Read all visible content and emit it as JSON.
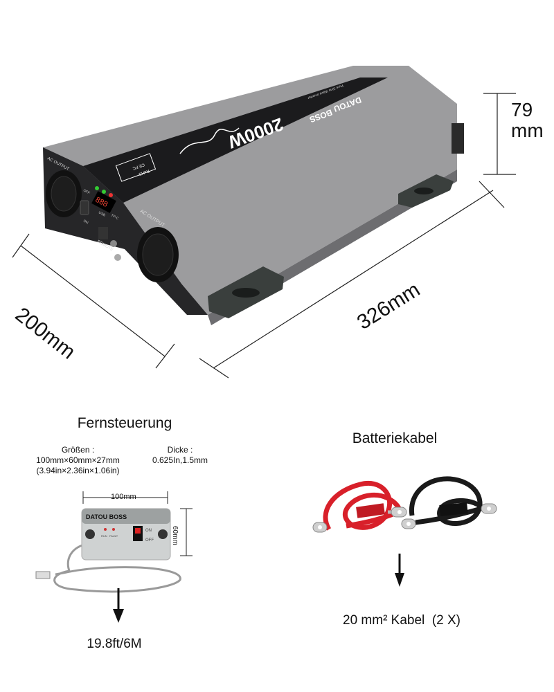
{
  "inverter": {
    "power_label": "2000W",
    "brand_a": "DATOU",
    "brand_b": "BOSS",
    "subtitle": "Pure Sine Wave Inverter",
    "ac_output_left": "AC OUTPUT",
    "ac_output_right": "AC OUTPUT",
    "off_label": "OFF",
    "on_label": "ON",
    "remote_label": "REMOTE",
    "usb_label": "USB",
    "typec_label": "TP-C",
    "cert_rohs": "RoHS",
    "cert_ce": "CE FC",
    "display_value": "888"
  },
  "dimensions": {
    "height_value": "79",
    "height_unit": "mm",
    "depth": "200mm",
    "length": "326mm"
  },
  "remote": {
    "title": "Fernsteuerung",
    "size_label": "Größen :",
    "size_metric": "100mm×60mm×27mm",
    "size_imperial": "(3.94in×2.36in×1.06in)",
    "thickness_label": "Dicke :",
    "thickness_value": "0.625In,1.5mm",
    "width_dim": "100mm",
    "height_dim": "60mm",
    "brand": "DATOU BOSS",
    "run_label": "RUN",
    "fault_label": "FAULT",
    "on": "ON",
    "off": "OFF",
    "cable_length": "19.8ft/6M"
  },
  "battery": {
    "title": "Batteriekabel",
    "caption": "20 mm² Kabel  (2 X)"
  },
  "colors": {
    "body_gray": "#9a9a9c",
    "dark_panel": "#1c1c1e",
    "cable_red": "#d8202a",
    "cable_black": "#1a1a1a"
  }
}
